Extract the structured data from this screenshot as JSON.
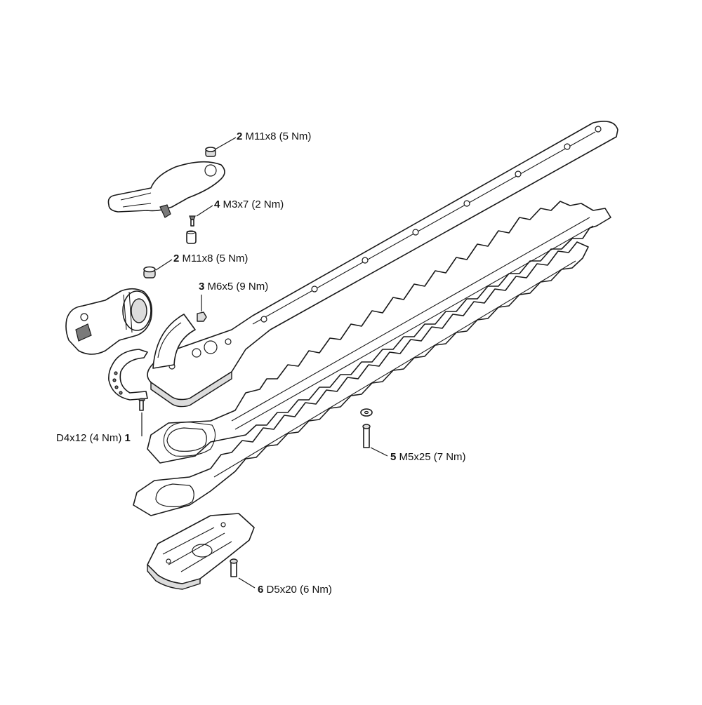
{
  "callouts": [
    {
      "id": "c1",
      "number": "2",
      "spec": "M11x8 (5 Nm)"
    },
    {
      "id": "c2",
      "number": "4",
      "spec": "M3x7 (2 Nm)"
    },
    {
      "id": "c3",
      "number": "2",
      "spec": "M11x8 (5 Nm)"
    },
    {
      "id": "c4",
      "number": "3",
      "spec": "M6x5 (9 Nm)"
    },
    {
      "id": "c5",
      "number": "1",
      "spec": "D4x12 (4 Nm)"
    },
    {
      "id": "c6",
      "number": "5",
      "spec": "M5x25 (7 Nm)"
    },
    {
      "id": "c7",
      "number": "6",
      "spec": "D5x20 (6 Nm)"
    }
  ]
}
